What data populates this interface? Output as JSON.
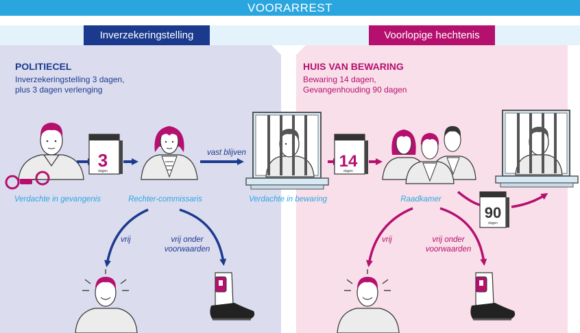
{
  "header": {
    "title": "VOORARREST"
  },
  "phases": {
    "left": "Inverzekeringstelling",
    "right": "Voorlopige hechtenis"
  },
  "left_panel": {
    "title": "POLITIECEL",
    "lines": [
      "Inverzekeringstelling 3 dagen,",
      "plus 3 dagen verlenging"
    ]
  },
  "right_panel": {
    "title": "HUIS VAN BEWARING",
    "lines": [
      "Bewaring 14 dagen,",
      "Gevangenhouding 90 dagen"
    ]
  },
  "captions": {
    "suspect": "Verdachte in gevangenis",
    "judge": "Rechter-commissaris",
    "detained": "Verdachte in bewaring",
    "council": "Raadkamer"
  },
  "edge_labels": {
    "stay": "vast blijven",
    "free_left": "vrij",
    "conditional_left_1": "vrij onder",
    "conditional_left_2": "voorwaarden",
    "free_right": "vrij",
    "conditional_right_1": "vrij onder",
    "conditional_right_2": "voorwaarden"
  },
  "calendars": {
    "days_3": "3",
    "days_14": "14",
    "days_90": "90",
    "unit": "dagen"
  },
  "colors": {
    "navy": "#1b3a8e",
    "magenta": "#b5106e",
    "cyan": "#2aa6df",
    "panel_left": "#dcdcef",
    "panel_right": "#f9dfe9"
  }
}
